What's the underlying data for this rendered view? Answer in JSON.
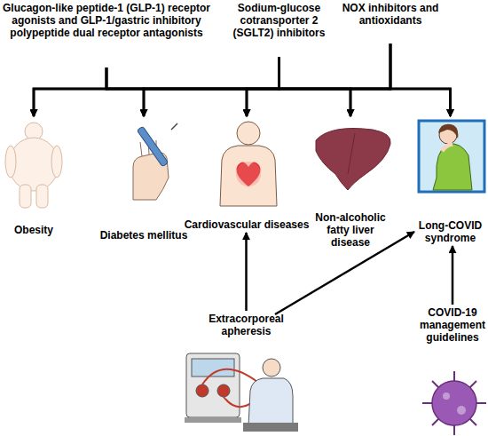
{
  "diagram": {
    "nodes": [
      {
        "text": [
          "Glucagon-like peptide-1 (GLP-1) receptor agonists and GLP-1/gastric inhibitory polypeptide dual receptor antagonists"
        ]
      },
      {
        "text": [
          "Sodium-glucose cotransporter 2 (SGLT2) inhibitors"
        ]
      },
      {
        "text": [
          "NOX inhibitors and antioxidants"
        ]
      },
      {
        "text": [
          "Obesity"
        ]
      },
      {
        "text": [
          "Diabetes mellitus"
        ]
      },
      {
        "text": [
          "Cardiovascular diseases"
        ]
      },
      {
        "text": [
          "Non-alcoholic fatty liver disease"
        ]
      },
      {
        "text": [
          "Long-COVID syndrome"
        ]
      },
      {
        "text": [
          "Extracorporeal apheresis"
        ]
      },
      {
        "text": [
          "COVID-19 management guidelines"
        ]
      }
    ],
    "edges": [
      {
        "from": 0,
        "to": 3,
        "arrow": "to"
      },
      {
        "from": 0,
        "to": 4,
        "arrow": "to"
      },
      {
        "from": 0,
        "to": 5,
        "arrow": "to"
      },
      {
        "from": 0,
        "to": 6,
        "arrow": "to"
      },
      {
        "from": 0,
        "to": 7,
        "arrow": "to"
      },
      {
        "from": 1,
        "to": 3,
        "arrow": "to"
      },
      {
        "from": 1,
        "to": 4,
        "arrow": "to"
      },
      {
        "from": 1,
        "to": 5,
        "arrow": "to"
      },
      {
        "from": 1,
        "to": 6,
        "arrow": "to"
      },
      {
        "from": 1,
        "to": 7,
        "arrow": "to"
      },
      {
        "from": 2,
        "to": 3,
        "arrow": "to"
      },
      {
        "from": 2,
        "to": 4,
        "arrow": "to"
      },
      {
        "from": 2,
        "to": 5,
        "arrow": "to"
      },
      {
        "from": 2,
        "to": 6,
        "arrow": "to"
      },
      {
        "from": 2,
        "to": 7,
        "arrow": "to"
      },
      {
        "from": 8,
        "to": 5,
        "arrow": "to"
      },
      {
        "from": 8,
        "to": 7,
        "arrow": "to"
      },
      {
        "from": 9,
        "to": 7,
        "arrow": "to"
      }
    ]
  }
}
